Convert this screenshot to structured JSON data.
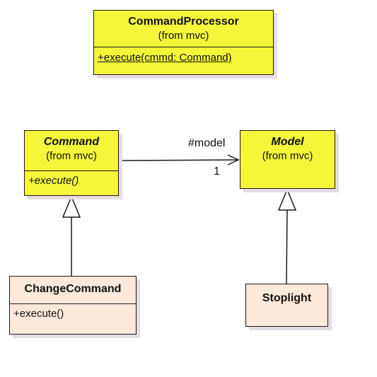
{
  "classes": {
    "command_processor": {
      "name": "CommandProcessor",
      "package": "(from mvc)",
      "operation": "+execute(cmmd: Command)"
    },
    "command": {
      "name": "Command",
      "package": "(from mvc)",
      "operation": "+execute()"
    },
    "model": {
      "name": "Model",
      "package": "(from mvc)"
    },
    "change_command": {
      "name": "ChangeCommand",
      "operation": "+execute()"
    },
    "stoplight": {
      "name": "Stoplight"
    }
  },
  "association": {
    "role": "#model",
    "multiplicity": "1"
  },
  "colors": {
    "class_fill": "#f5f53a",
    "concrete_fill": "#fde8dc",
    "line": "#1a1a1a",
    "shadow": "#e4dce4"
  }
}
